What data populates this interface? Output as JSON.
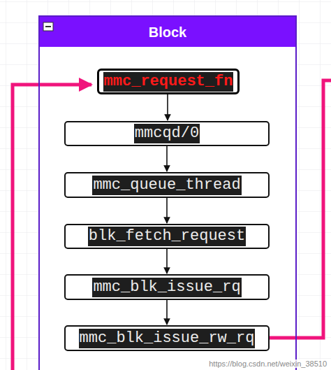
{
  "diagram": {
    "nodes": [
      {
        "text": [
          "Block"
        ]
      },
      {
        "text": [
          "mmc_request_fn"
        ],
        "in": 0
      },
      {
        "text": [
          "mmcqd/0"
        ],
        "in": 0
      },
      {
        "text": [
          "mmc_queue_thread"
        ],
        "in": 0
      },
      {
        "text": [
          "blk_fetch_request"
        ],
        "in": 0
      },
      {
        "text": [
          "mmc_blk_issue_rq"
        ],
        "in": 0
      },
      {
        "text": [
          "mmc_blk_issue_rw_rq"
        ],
        "in": 0
      }
    ],
    "edges": [
      {
        "from": 1,
        "to": 2,
        "arrow": "to"
      },
      {
        "from": 2,
        "to": 3,
        "arrow": "to"
      },
      {
        "from": 3,
        "to": 4,
        "arrow": "to"
      },
      {
        "from": 4,
        "to": 5,
        "arrow": "to"
      },
      {
        "from": 5,
        "to": 6,
        "arrow": "to"
      }
    ],
    "labels": [
      "https://blog.csdn.net/weixin_38510"
    ]
  }
}
